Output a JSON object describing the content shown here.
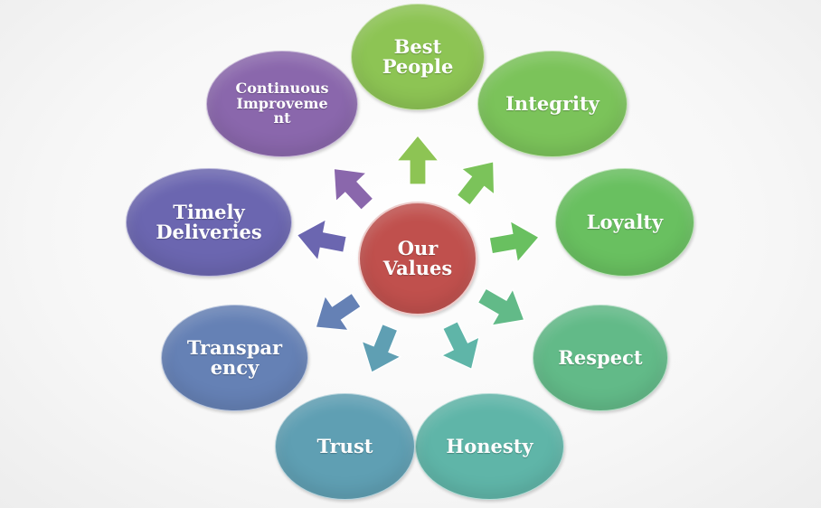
{
  "diagram": {
    "center": {
      "label": "Our\nValues",
      "color": "#c0504d"
    },
    "values": [
      {
        "key": "best-people",
        "label": "Best\nPeople",
        "color": "#8dc454"
      },
      {
        "key": "integrity",
        "label": "Integrity",
        "color": "#7bc35a"
      },
      {
        "key": "loyalty",
        "label": "Loyalty",
        "color": "#69c060"
      },
      {
        "key": "respect",
        "label": "Respect",
        "color": "#62ba88"
      },
      {
        "key": "honesty",
        "label": "Honesty",
        "color": "#5fb5a8"
      },
      {
        "key": "trust",
        "label": "Trust",
        "color": "#5f9fb3"
      },
      {
        "key": "transparency",
        "label": "Transpar\nency",
        "color": "#6581b5"
      },
      {
        "key": "timely-deliveries",
        "label": "Timely\nDeliveries",
        "color": "#6b66b0"
      },
      {
        "key": "continuous-improvement",
        "label": "Continuous\nImproveme\nnt",
        "color": "#8a67ac"
      }
    ]
  }
}
